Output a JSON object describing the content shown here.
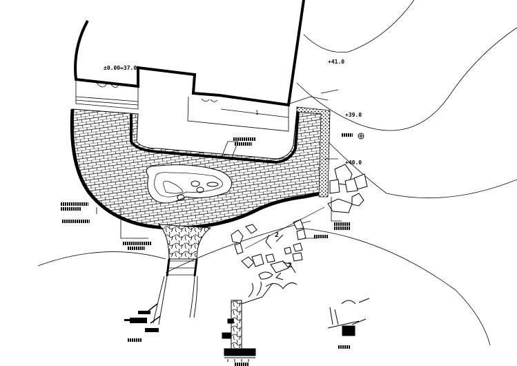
{
  "drawing": {
    "type": "landscape site plan (CAD)",
    "elevation_marker": "±0.00=37.0",
    "contour_labels": [
      "+41.0",
      "+39.0",
      "+40.0"
    ],
    "section_markers": [
      "1",
      "2",
      "2"
    ],
    "colors": {
      "ink": "#000000",
      "paper": "#ffffff"
    }
  },
  "annotations_note": "Chinese CAD annotation text is rendered at illegible resolution; shown as glyph placeholders"
}
